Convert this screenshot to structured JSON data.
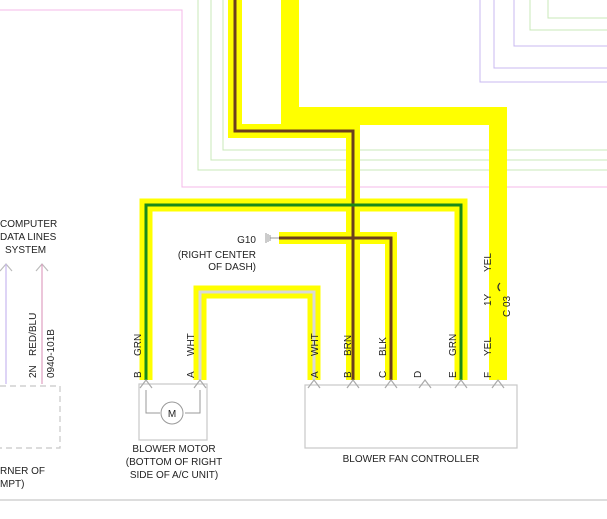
{
  "computer": {
    "line1": "COMPUTER",
    "line2": "DATA LINES",
    "line3": "SYSTEM"
  },
  "left_pins": [
    {
      "pin": "2N",
      "wire": "RED/BLU",
      "circuit": "0940-101B"
    }
  ],
  "left_component": {
    "line1": "RNER OF",
    "line2": "MPT)"
  },
  "ground": {
    "id": "G10",
    "desc_line1": "(RIGHT CENTER",
    "desc_line2": "OF DASH)"
  },
  "blower_motor": {
    "pins": [
      {
        "pin": "B",
        "wire": "GRN"
      },
      {
        "pin": "A",
        "wire": "WHT"
      }
    ],
    "line1": "BLOWER MOTOR",
    "line2": "(BOTTOM OF RIGHT",
    "line3": "SIDE OF A/C UNIT)",
    "symbol": "M"
  },
  "controller": {
    "pins": [
      {
        "pin": "A",
        "wire": "WHT"
      },
      {
        "pin": "B",
        "wire": "BRN"
      },
      {
        "pin": "C",
        "wire": "BLK"
      },
      {
        "pin": "D",
        "wire": ""
      },
      {
        "pin": "E",
        "wire": "GRN"
      },
      {
        "pin": "F",
        "wire": "YEL"
      }
    ],
    "name": "BLOWER FAN CONTROLLER"
  },
  "connector": {
    "wire_top": "YEL",
    "pin": "1Y",
    "id": "C 03"
  },
  "colors": {
    "highlight": "#ffff00",
    "grn": "#1a8a1a",
    "brn": "#6b3f1e",
    "blk": "#3a3a3a",
    "wht": "#d9d9d9",
    "pink": "#f5b8e8",
    "lavender": "#c8b8f0",
    "lightgreen": "#c8e8b8",
    "component_outline": "#c8c8c8"
  }
}
